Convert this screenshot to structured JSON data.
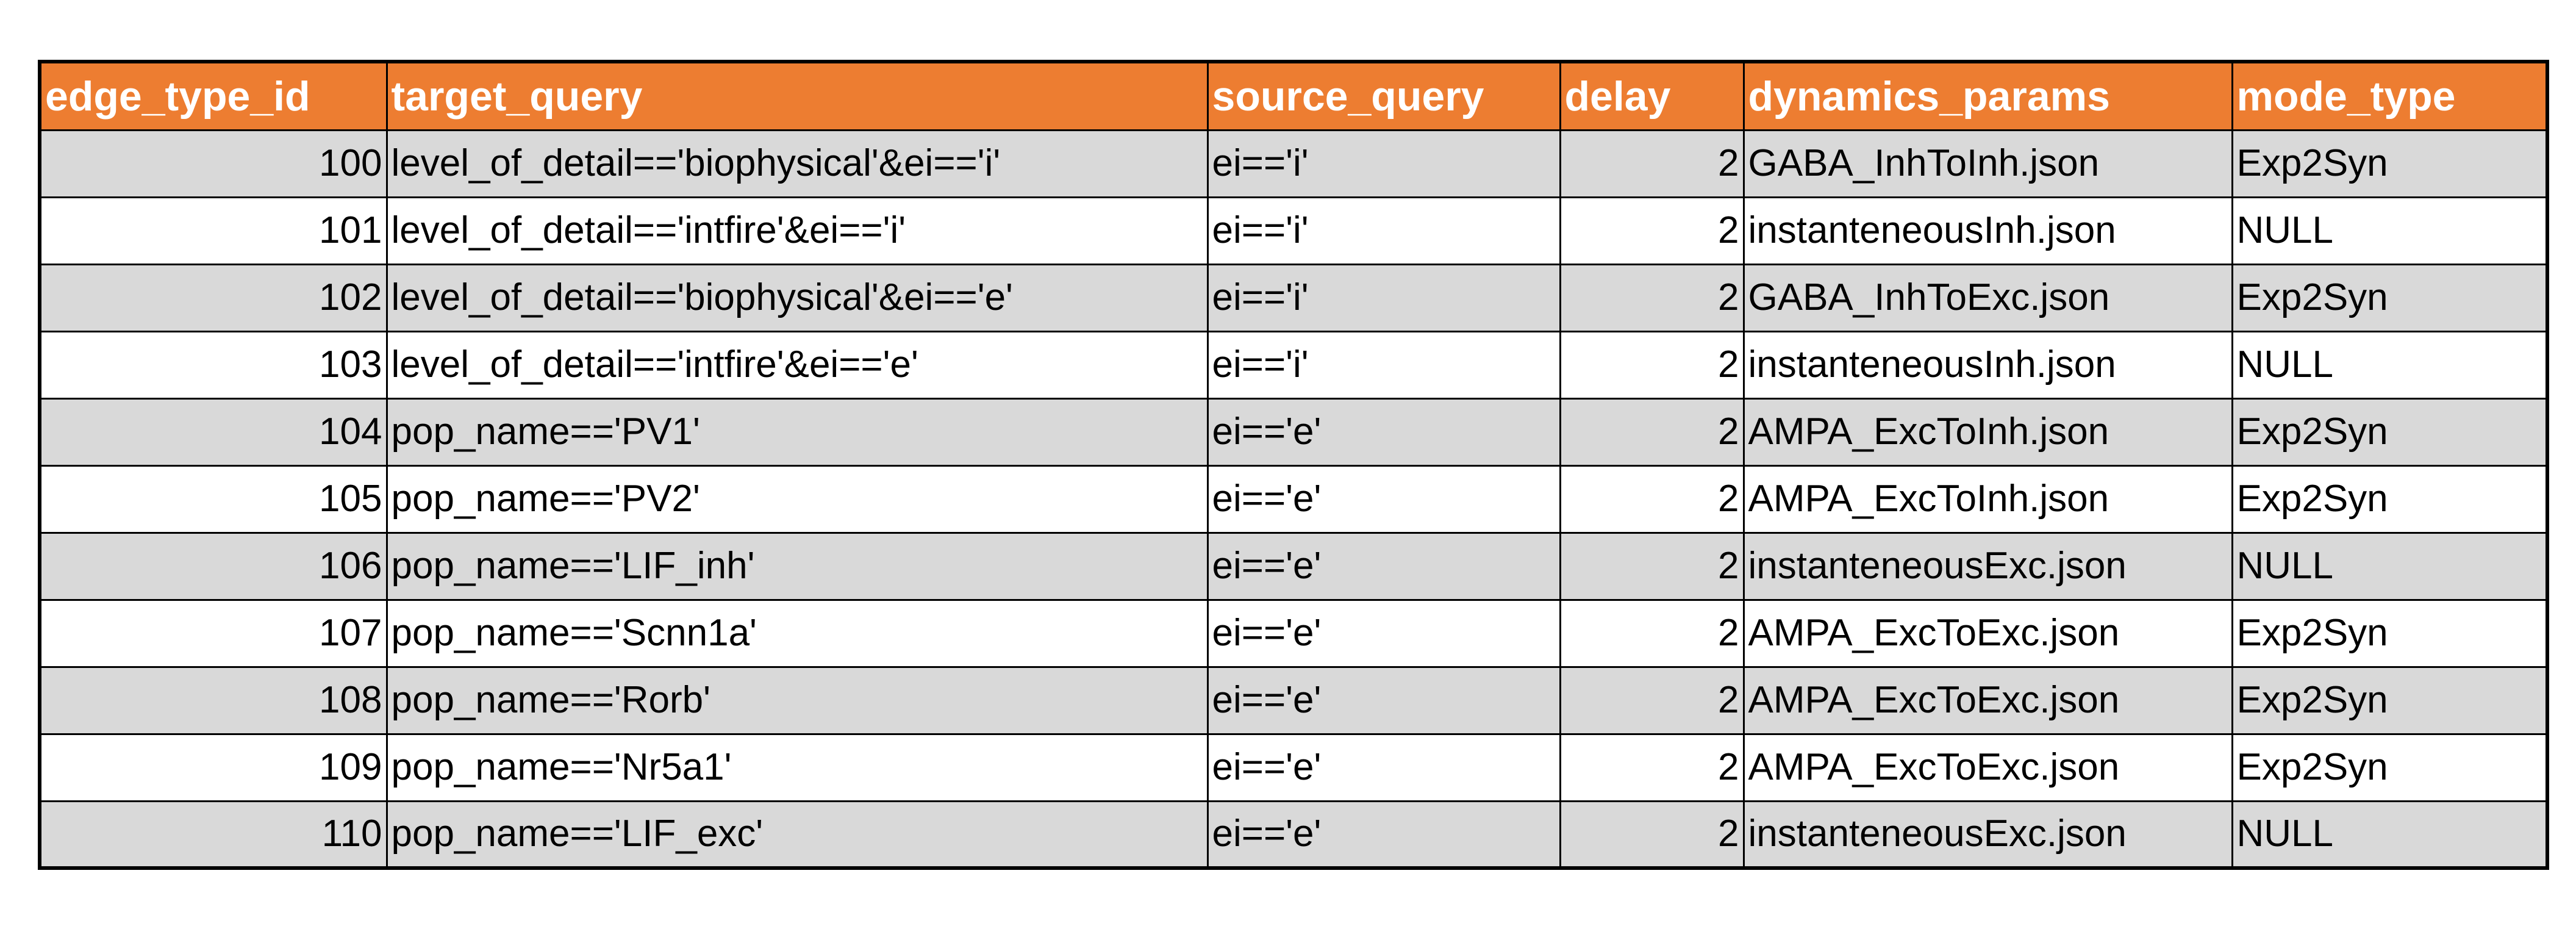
{
  "colors": {
    "header_bg": "#ed7d31",
    "header_text": "#ffffff",
    "row_shade": "#d9d9d9",
    "row_plain": "#ffffff",
    "border": "#000000"
  },
  "table": {
    "headers": [
      "edge_type_id",
      "target_query",
      "source_query",
      "delay",
      "dynamics_params",
      "mode_type"
    ],
    "rows": [
      [
        "100",
        "level_of_detail=='biophysical'&ei=='i'",
        "ei=='i'",
        "2",
        "GABA_InhToInh.json",
        "Exp2Syn"
      ],
      [
        "101",
        "level_of_detail=='intfire'&ei=='i'",
        "ei=='i'",
        "2",
        "instanteneousInh.json",
        "NULL"
      ],
      [
        "102",
        "level_of_detail=='biophysical'&ei=='e'",
        "ei=='i'",
        "2",
        "GABA_InhToExc.json",
        "Exp2Syn"
      ],
      [
        "103",
        "level_of_detail=='intfire'&ei=='e'",
        "ei=='i'",
        "2",
        "instanteneousInh.json",
        "NULL"
      ],
      [
        "104",
        "pop_name=='PV1'",
        "ei=='e'",
        "2",
        "AMPA_ExcToInh.json",
        "Exp2Syn"
      ],
      [
        "105",
        "pop_name=='PV2'",
        "ei=='e'",
        "2",
        "AMPA_ExcToInh.json",
        "Exp2Syn"
      ],
      [
        "106",
        "pop_name=='LIF_inh'",
        "ei=='e'",
        "2",
        "instanteneousExc.json",
        "NULL"
      ],
      [
        "107",
        "pop_name=='Scnn1a'",
        "ei=='e'",
        "2",
        "AMPA_ExcToExc.json",
        "Exp2Syn"
      ],
      [
        "108",
        "pop_name=='Rorb'",
        "ei=='e'",
        "2",
        "AMPA_ExcToExc.json",
        "Exp2Syn"
      ],
      [
        "109",
        "pop_name=='Nr5a1'",
        "ei=='e'",
        "2",
        "AMPA_ExcToExc.json",
        "Exp2Syn"
      ],
      [
        "110",
        "pop_name=='LIF_exc'",
        "ei=='e'",
        "2",
        "instanteneousExc.json",
        "NULL"
      ]
    ]
  }
}
